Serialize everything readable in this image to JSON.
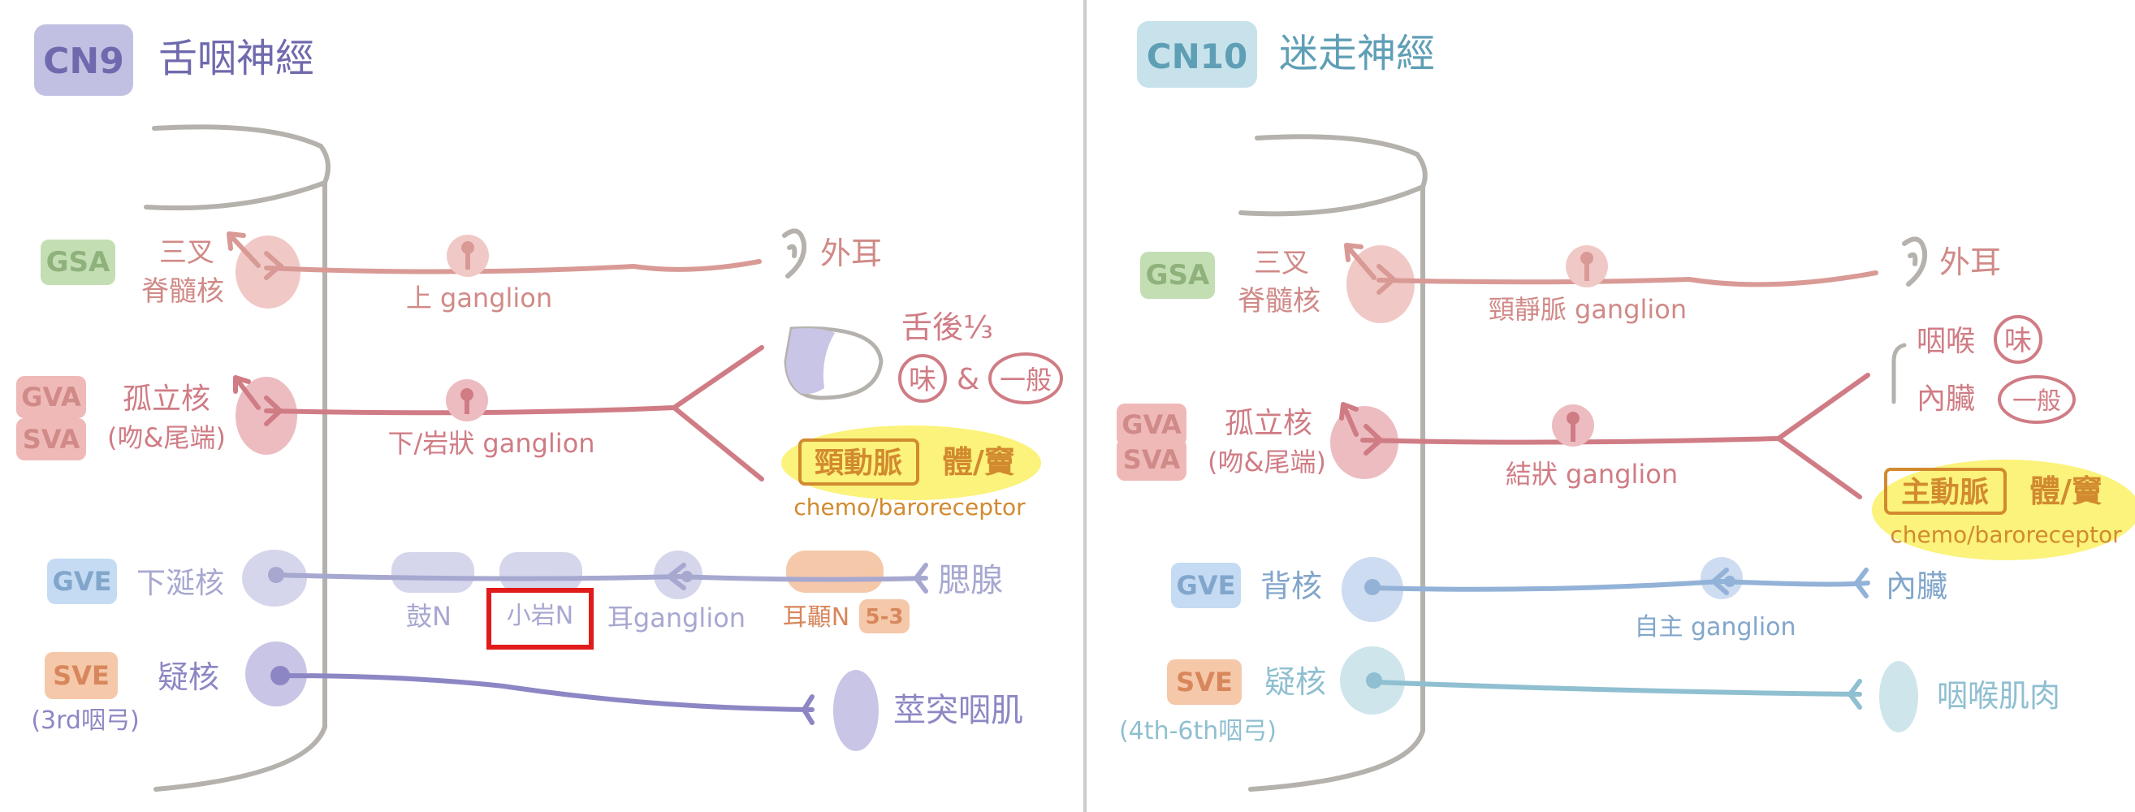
{
  "colors": {
    "gray": "#b5b2ad",
    "gsa": "#c3deb3",
    "gsa_text": "#8fb27c",
    "pink_badge": "#efb9b8",
    "pink_text": "#d08a87",
    "nerve_pink": "#d99a96",
    "nerve_rose": "#d07c85",
    "nuc_pink": "#f0c9c6",
    "nuc_rose": "#ecbcc1",
    "gve": "#c4dbf3",
    "gve_text": "#82a6cb",
    "lav": "#a7a8d0",
    "lav_light": "#d5d6ec",
    "purple": "#8c87c4",
    "purple_light": "#c9c5e6",
    "svf": "#f5c8a9",
    "svf_text": "#d8875c",
    "cn9": "#c2c0e2",
    "cn9_text": "#6f6aad",
    "cn10": "#c7e2ea",
    "cn10_text": "#5f9fb6",
    "blue": "#93b2d8",
    "blue_light": "#cddcf0",
    "teal": "#8fbfd0",
    "teal_light": "#cfe5ec",
    "yellow": "#fbf37b",
    "orange": "#d28a2f",
    "red_box": "#e11a1a"
  },
  "left": {
    "badge": "CN9",
    "title": "舌咽神經",
    "gsa": {
      "label": "GSA",
      "nucleus": [
        "三叉",
        "脊髓核"
      ],
      "ganglion": "上 ganglion",
      "target": "外耳"
    },
    "visceral": {
      "labels": [
        "GVA",
        "SVA"
      ],
      "nucleus": [
        "孤立核",
        "(吻&尾端)"
      ],
      "ganglion": "下/岩狀 ganglion",
      "tongue_title": "舌後⅓",
      "taste": "味",
      "amp": "&",
      "general": "一般",
      "carotid": "頸動脈",
      "carotid_rest": "體/竇",
      "receptor": "chemo/baroreceptor"
    },
    "gve": {
      "label": "GVE",
      "nucleus": "下涎核",
      "n1": "鼓N",
      "n2": "小岩N",
      "ganglion": "耳ganglion",
      "n3": "耳顳N",
      "n3_badge": "5-3",
      "target": "腮腺"
    },
    "sve": {
      "label": "SVE",
      "nucleus": "疑核",
      "arch": "(3rd咽弓)",
      "target": "莖突咽肌"
    }
  },
  "right": {
    "badge": "CN10",
    "title": "迷走神經",
    "gsa": {
      "label": "GSA",
      "nucleus": [
        "三叉",
        "脊髓核"
      ],
      "ganglion": "頸靜脈 ganglion",
      "target": "外耳"
    },
    "visceral": {
      "labels": [
        "GVA",
        "SVA"
      ],
      "nucleus": [
        "孤立核",
        "(吻&尾端)"
      ],
      "ganglion": "結狀 ganglion",
      "target1": "咽喉",
      "taste": "味",
      "target2": "內臟",
      "general": "一般",
      "aortic": "主動脈",
      "aortic_rest": "體/竇",
      "receptor": "chemo/baroreceptor"
    },
    "gve": {
      "label": "GVE",
      "nucleus": "背核",
      "ganglion": "自主 ganglion",
      "target": "內臟"
    },
    "sve": {
      "label": "SVE",
      "nucleus": "疑核",
      "arch": "(4th-6th咽弓)",
      "target": "咽喉肌肉"
    }
  }
}
